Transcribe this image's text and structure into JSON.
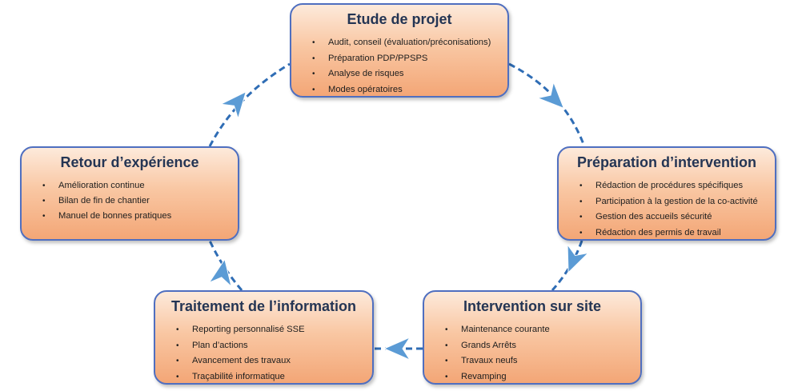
{
  "stages": [
    {
      "title": "Etude de projet",
      "items": [
        "Audit, conseil (évaluation/préconisations)",
        "Préparation PDP/PPSPS",
        "Analyse de risques",
        "Modes opératoires"
      ]
    },
    {
      "title": "Préparation  d’intervention",
      "items": [
        "Rédaction de procédures spécifiques",
        "Participation à la gestion de la co-activité",
        "Gestion des accueils sécurité",
        "Rédaction des permis de travail"
      ]
    },
    {
      "title": "Intervention sur site",
      "items": [
        "Maintenance courante",
        "Grands Arrêts",
        "Travaux neufs",
        "Revamping"
      ]
    },
    {
      "title": "Traitement  de l’information",
      "items": [
        "Reporting personnalisé SSE",
        "Plan d’actions",
        "Avancement des travaux",
        "Traçabilité informatique"
      ]
    },
    {
      "title": "Retour d’expérience",
      "items": [
        "Amélioration continue",
        "Bilan de fin de chantier",
        "Manuel de bonnes pratiques"
      ]
    }
  ],
  "colors": {
    "box_border": "#4f6fc0",
    "box_fill_top": "#fdeadb",
    "box_fill_bottom": "#f3a676",
    "connector": "#2f6db5",
    "arrow": "#5b9bd5",
    "title_text": "#243554"
  },
  "icons": {
    "flow_arrow": "chevron-arrow-icon"
  }
}
